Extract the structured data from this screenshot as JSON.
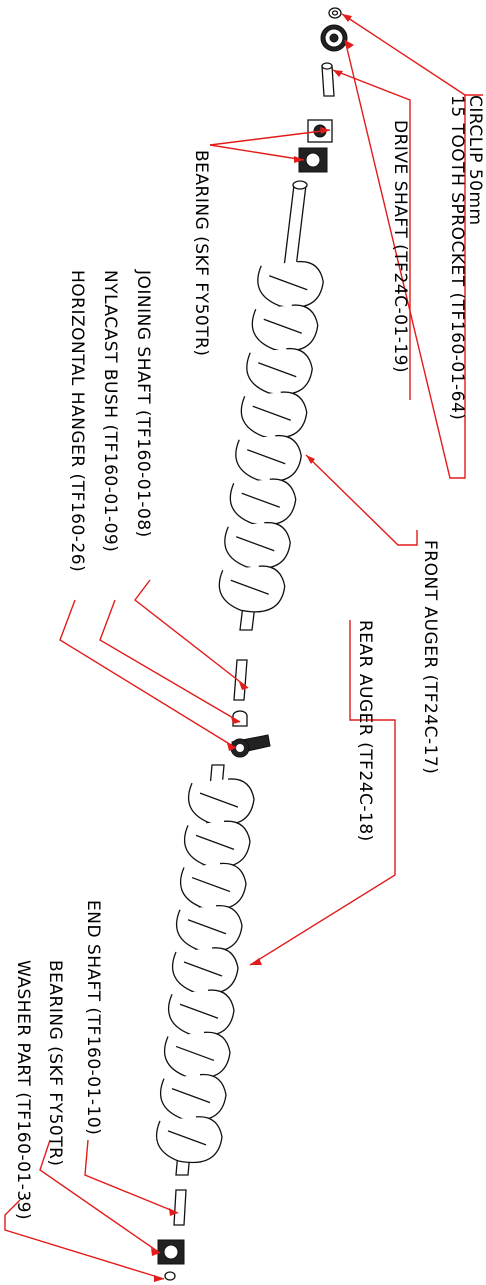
{
  "labels": {
    "circlip": "CIRCLIP 50mm",
    "sprocket": "15 TOOTH SPROCKET (TF160-01-64)",
    "drive_shaft": "DRIVE SHAFT (TF24C-01-19)",
    "bearing_top": "BEARING (SKF FY50TR)",
    "joining_shaft": "JOINING SHAFT (TF160-01-08)",
    "nylacast_bush": "NYLACAST BUSH (TF160-01-09)",
    "horizontal_hanger": "HORIZONTAL HANGER (TF160-26)",
    "front_auger": "FRONT AUGER (TF24C-17)",
    "rear_auger": "REAR AUGER (TF24C-18)",
    "end_shaft": "END SHAFT (TF160-01-10)",
    "bearing_bottom": "BEARING (SKF FY50TR)",
    "washer_part": "WASHER PART (TF160-01-39)"
  },
  "colors": {
    "leader": "#e31b1b",
    "line": "#111111",
    "text": "#000000"
  }
}
